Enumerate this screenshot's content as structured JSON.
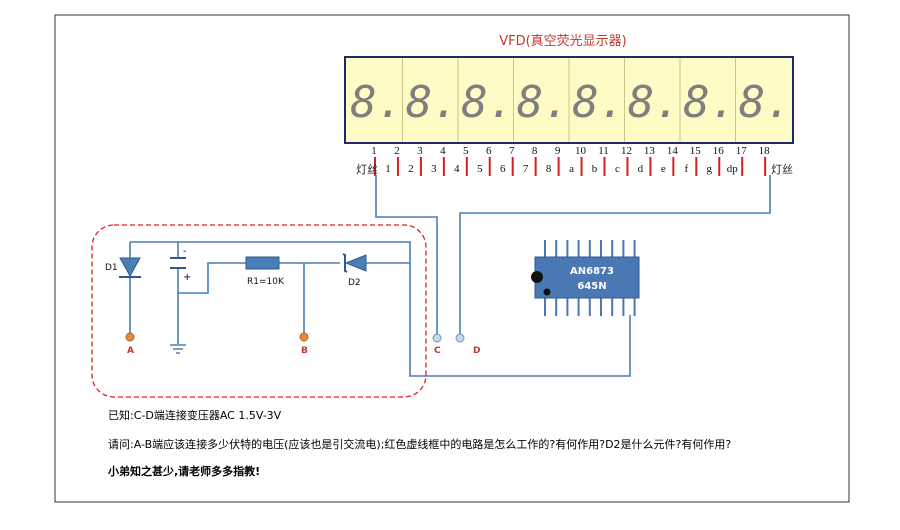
{
  "vfd": {
    "title": "VFD(真空荧光显示器)",
    "digit_glyph": "8.",
    "digit_count": 8,
    "pin_numbers": [
      "1",
      "2",
      "3",
      "4",
      "5",
      "6",
      "7",
      "8",
      "9",
      "10",
      "11",
      "12",
      "13",
      "14",
      "15",
      "16",
      "17",
      "18"
    ],
    "pin_labels": [
      "1",
      "2",
      "3",
      "4",
      "5",
      "6",
      "7",
      "8",
      "a",
      "b",
      "c",
      "d",
      "e",
      "f",
      "g",
      "dp"
    ],
    "filament_left": "灯丝",
    "filament_right": "灯丝"
  },
  "ic": {
    "part": "AN6873",
    "code": "645N"
  },
  "circuit": {
    "d1": "D1",
    "r1": "R1=10K",
    "d2": "D2",
    "cap_minus": "-",
    "cap_plus": "+",
    "point_a": "A",
    "point_b": "B",
    "point_c": "C",
    "point_d": "D"
  },
  "notes": {
    "known": "已知:C-D端连接变压器AC 1.5V-3V",
    "question": "请问:A-B端应该连接多少伏特的电压(应该也是引交流电);红色虚线框中的电路是怎么工作的?有何作用?D2是什么元件?有何作用?",
    "request": "小弟知之甚少,请老师多多指教!"
  },
  "colors": {
    "vfd_fill": "#fefcc4",
    "vfd_border": "#1f2a6b",
    "segment": "#7f7f7f",
    "wire": "#4a7fb5",
    "ic_fill": "#4a78b5",
    "pin_red": "#d32020",
    "title_red": "#c0392b",
    "dashed_red": "#e02020",
    "label_red": "#c0392b",
    "terminal_orange": "#e88b3a",
    "terminal_blue": "#c5d7ec"
  }
}
